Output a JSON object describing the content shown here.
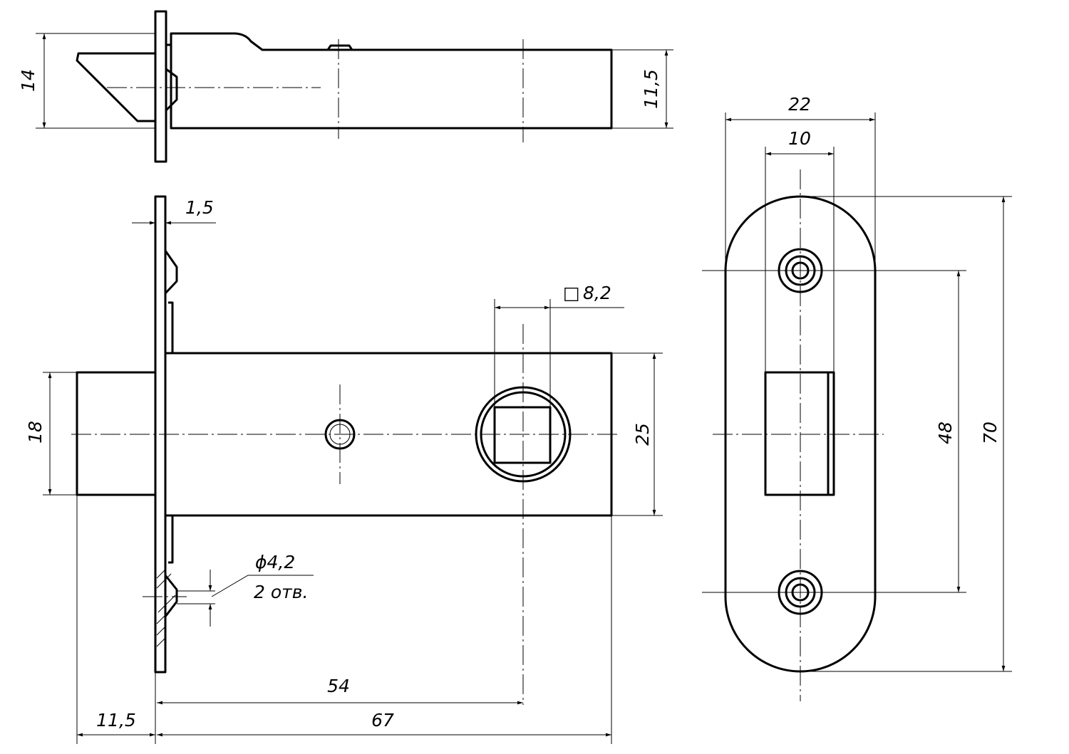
{
  "top_view": {
    "dim_height": "14",
    "dim_body": "11,5"
  },
  "front_view": {
    "dim_plate_thickness": "1,5",
    "dim_square_symbol": "□",
    "dim_square": "8,2",
    "dim_latch": "18",
    "dim_body": "25",
    "hole_diameter": "ϕ4,2",
    "hole_count": "2 отв.",
    "dim_backset": "54",
    "dim_length": "67",
    "dim_latch_projection": "11,5"
  },
  "strike_plate": {
    "dim_width": "22",
    "dim_opening": "10",
    "dim_hole_spacing": "48",
    "dim_height": "70"
  }
}
